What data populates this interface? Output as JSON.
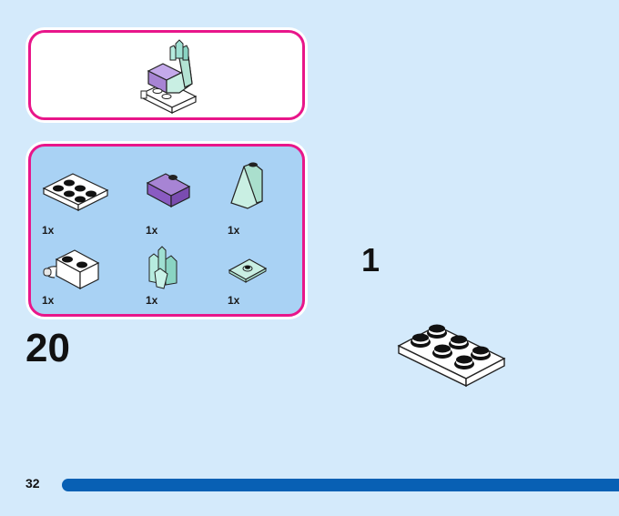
{
  "sub_model_number": "20",
  "step_number": "1",
  "page_number": "32",
  "parts": [
    {
      "name": "plate-2x3-white",
      "qty": "1x"
    },
    {
      "name": "slope-lavender",
      "qty": "1x"
    },
    {
      "name": "slope-mint",
      "qty": "1x"
    },
    {
      "name": "brick-with-clip-white",
      "qty": "1x"
    },
    {
      "name": "crystal-transparent",
      "qty": "1x"
    },
    {
      "name": "tile-jumper-mint",
      "qty": "1x"
    }
  ],
  "colors": {
    "background": "#d4eafb",
    "callout_border": "#e8168a",
    "parts_panel": "#a9d2f4",
    "page_bar": "#0860b4"
  }
}
